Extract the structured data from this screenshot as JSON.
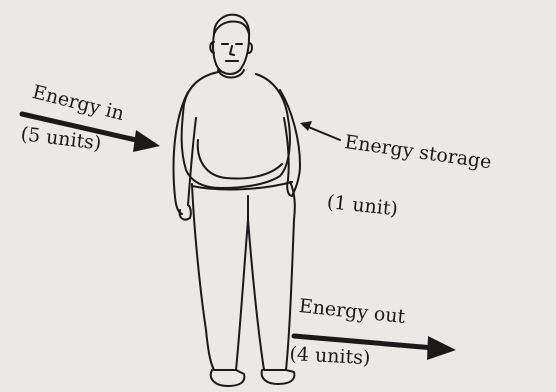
{
  "labels": {
    "energy_in": "Energy in",
    "energy_in_units": "(5 units)",
    "energy_storage": "Energy storage",
    "energy_storage_units": "(1 unit)",
    "energy_out": "Energy out",
    "energy_out_units": "(4 units)"
  },
  "colors": {
    "background": "#ebe9e6",
    "ink": "#1a1a1a"
  },
  "icons": {
    "figure": "man-standing-illustration",
    "arrows": [
      "energy-in-arrow",
      "energy-storage-pointer-arrow",
      "energy-out-arrow"
    ]
  }
}
